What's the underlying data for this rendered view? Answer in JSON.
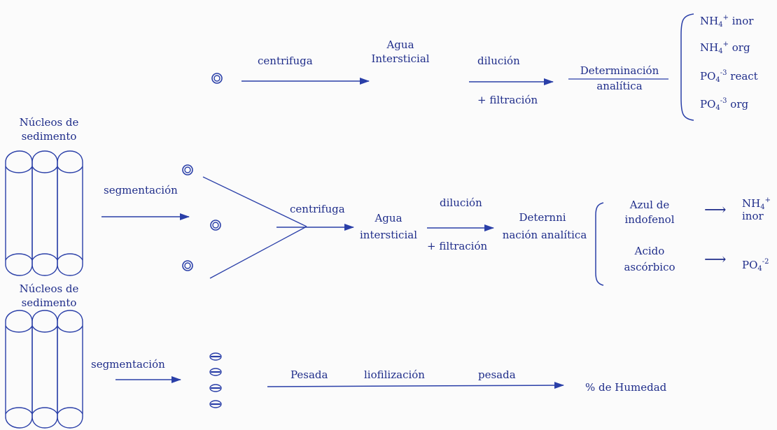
{
  "colors": {
    "ink": "#1f2d8a",
    "paper": "#fbfbfb"
  },
  "row1": {
    "centrifuga": "centrifuga",
    "agua": "Agua",
    "intersticial": "Intersticial",
    "dilucion": "dilución",
    "filtracion": "+ filtración",
    "determinacion": "Determinación",
    "analitica": "analítica",
    "outputs": [
      {
        "base": "NH",
        "sub": "4",
        "sup": "+",
        "rest": " inor"
      },
      {
        "base": "NH",
        "sub": "4",
        "sup": "+",
        "rest": " org"
      },
      {
        "base": "PO",
        "sub": "4",
        "sup": "-3",
        "rest": " react"
      },
      {
        "base": "PO",
        "sub": "4",
        "sup": "-3",
        "rest": " org"
      }
    ]
  },
  "cores": {
    "label1_line1": "Núcleos de",
    "label1_line2": "sedimento",
    "label2_line1": "Núcleos de",
    "label2_line2": "sedimento"
  },
  "row2": {
    "segmentacion": "segmentación",
    "centrifuga": "centrifuga",
    "agua": "Agua",
    "intersticial": "intersticial",
    "dilucion": "dilución",
    "filtracion": "+ filtración",
    "deter1": "Deternni",
    "deter2": "nación analítica",
    "azul1": "Azul de",
    "azul2": "indofenol",
    "acido1": "Acido",
    "acido2": "ascórbico",
    "nh_base": "NH",
    "nh_sub": "4",
    "nh_sup": "+",
    "nh_rest": "inor",
    "po_base": "PO",
    "po_sub": "4",
    "po_sup": "-2",
    "arrow": "⟶"
  },
  "row3": {
    "segmentacion": "segmentación",
    "pesada1": "Pesada",
    "liofilizacion": "liofilización",
    "pesada2": "pesada",
    "humedad": "% de Humedad"
  }
}
